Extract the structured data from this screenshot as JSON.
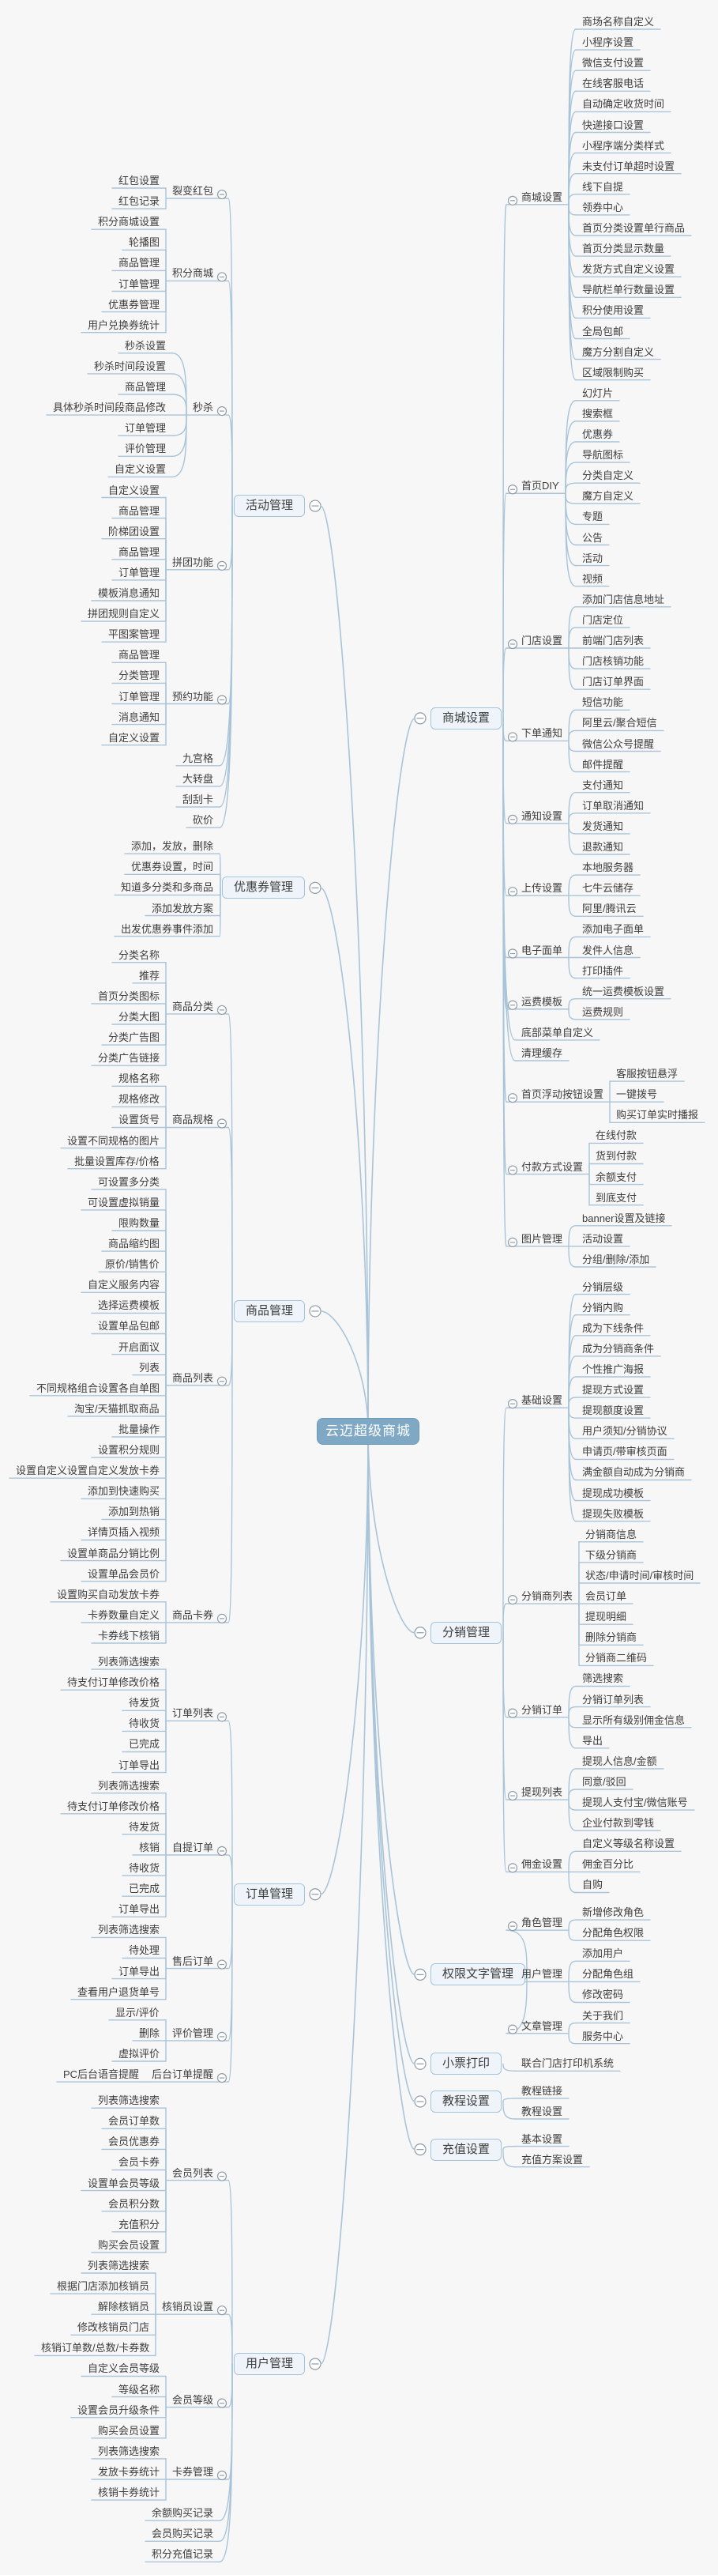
{
  "root": {
    "label": "云迈超级商城"
  },
  "style": {
    "background": "#f7f7f7",
    "line_color": "#a9c4d9",
    "branch_fill": "#eef4fa",
    "branch_border": "#a6c3dc",
    "root_fill": "#7fa8c5",
    "root_border": "#6d99ba",
    "root_text_color": "#ffffff",
    "text_color": "#3d3d3d",
    "expander_border": "#8f9ba6",
    "expander_symbol": "−"
  },
  "left_branches": [
    {
      "label": "活动管理",
      "children": [
        {
          "label": "裂变红包",
          "children": [
            {
              "label": "红包设置"
            },
            {
              "label": "红包记录"
            }
          ]
        },
        {
          "label": "积分商城",
          "children": [
            {
              "label": "积分商城设置"
            },
            {
              "label": "轮播图"
            },
            {
              "label": "商品管理"
            },
            {
              "label": "订单管理"
            },
            {
              "label": "优惠券管理"
            },
            {
              "label": "用户兑换券统计"
            }
          ]
        },
        {
          "label": "秒杀",
          "children": [
            {
              "label": "秒杀设置"
            },
            {
              "label": "秒杀时间段设置"
            },
            {
              "label": "商品管理"
            },
            {
              "label": "具体秒杀时间段商品修改"
            },
            {
              "label": "订单管理"
            },
            {
              "label": "评价管理"
            },
            {
              "label": "自定义设置"
            }
          ]
        },
        {
          "label": "拼团功能",
          "children": [
            {
              "label": "自定义设置"
            },
            {
              "label": "商品管理"
            },
            {
              "label": "阶梯团设置"
            },
            {
              "label": "商品管理"
            },
            {
              "label": "订单管理"
            },
            {
              "label": "模板消息通知"
            },
            {
              "label": "拼团规则自定义"
            },
            {
              "label": "平图案管理"
            }
          ]
        },
        {
          "label": "预约功能",
          "children": [
            {
              "label": "商品管理"
            },
            {
              "label": "分类管理"
            },
            {
              "label": "订单管理"
            },
            {
              "label": "消息通知"
            },
            {
              "label": "自定义设置"
            }
          ]
        },
        {
          "label": "九宫格"
        },
        {
          "label": "大转盘"
        },
        {
          "label": "刮刮卡"
        },
        {
          "label": "砍价"
        }
      ]
    },
    {
      "label": "优惠券管理",
      "children": [
        {
          "label": "添加，发放，删除"
        },
        {
          "label": "优惠券设置，时间"
        },
        {
          "label": "知道多分类和多商品"
        },
        {
          "label": "添加发放方案"
        },
        {
          "label": "出发优惠券事件添加"
        }
      ]
    },
    {
      "label": "商品管理",
      "children": [
        {
          "label": "商品分类",
          "children": [
            {
              "label": "分类名称"
            },
            {
              "label": "推荐"
            },
            {
              "label": "首页分类图标"
            },
            {
              "label": "分类大图"
            },
            {
              "label": "分类广告图"
            },
            {
              "label": "分类广告链接"
            }
          ]
        },
        {
          "label": "商品规格",
          "children": [
            {
              "label": "规格名称"
            },
            {
              "label": "规格修改"
            },
            {
              "label": "设置货号"
            },
            {
              "label": "设置不同规格的图片"
            },
            {
              "label": "批量设置库存/价格"
            }
          ]
        },
        {
          "label": "商品列表",
          "children": [
            {
              "label": "可设置多分类"
            },
            {
              "label": "可设置虚拟销量"
            },
            {
              "label": "限购数量"
            },
            {
              "label": "商品缩约图"
            },
            {
              "label": "原价/销售价"
            },
            {
              "label": "自定义服务内容"
            },
            {
              "label": "选择运费模板"
            },
            {
              "label": "设置单品包邮"
            },
            {
              "label": "开启面议"
            },
            {
              "label": "列表"
            },
            {
              "label": "不同规格组合设置各自单图"
            },
            {
              "label": "淘宝/天猫抓取商品"
            },
            {
              "label": "批量操作"
            },
            {
              "label": "设置积分规则"
            },
            {
              "label": "设置自定义设置自定义发放卡券"
            },
            {
              "label": "添加到快速购买"
            },
            {
              "label": "添加到热销"
            },
            {
              "label": "详情页插入视频"
            },
            {
              "label": "设置单商品分销比例"
            },
            {
              "label": "设置单品会员价"
            }
          ]
        },
        {
          "label": "商品卡券",
          "children": [
            {
              "label": "设置购买自动发放卡券"
            },
            {
              "label": "卡券数量自定义"
            },
            {
              "label": "卡券线下核销"
            }
          ]
        }
      ]
    },
    {
      "label": "订单管理",
      "children": [
        {
          "label": "订单列表",
          "children": [
            {
              "label": "列表筛选搜索"
            },
            {
              "label": "待支付订单修改价格"
            },
            {
              "label": "待发货"
            },
            {
              "label": "待收货"
            },
            {
              "label": "已完成"
            },
            {
              "label": "订单导出"
            }
          ]
        },
        {
          "label": "自提订单",
          "children": [
            {
              "label": "列表筛选搜索"
            },
            {
              "label": "待支付订单修改价格"
            },
            {
              "label": "待发货"
            },
            {
              "label": "核销"
            },
            {
              "label": "待收货"
            },
            {
              "label": "已完成"
            },
            {
              "label": "订单导出"
            }
          ]
        },
        {
          "label": "售后订单",
          "children": [
            {
              "label": "列表筛选搜索"
            },
            {
              "label": "待处理"
            },
            {
              "label": "订单导出"
            },
            {
              "label": "查看用户退货单号"
            }
          ]
        },
        {
          "label": "评价管理",
          "children": [
            {
              "label": "显示/评价"
            },
            {
              "label": "删除"
            },
            {
              "label": "虚拟评价"
            }
          ]
        },
        {
          "label": "后台订单提醒",
          "children": [
            {
              "label": "PC后台语音提醒"
            }
          ]
        }
      ]
    },
    {
      "label": "用户管理",
      "children": [
        {
          "label": "会员列表",
          "children": [
            {
              "label": "列表筛选搜索"
            },
            {
              "label": "会员订单数"
            },
            {
              "label": "会员优惠券"
            },
            {
              "label": "会员卡券"
            },
            {
              "label": "设置单会员等级"
            },
            {
              "label": "会员积分数"
            },
            {
              "label": "充值积分"
            },
            {
              "label": "购买会员设置"
            }
          ]
        },
        {
          "label": "核销员设置",
          "children": [
            {
              "label": "列表筛选搜索"
            },
            {
              "label": "根据门店添加核销员"
            },
            {
              "label": "解除核销员"
            },
            {
              "label": "修改核销员门店"
            },
            {
              "label": "核销订单数/总数/卡券数"
            }
          ]
        },
        {
          "label": "会员等级",
          "children": [
            {
              "label": "自定义会员等级"
            },
            {
              "label": "等级名称"
            },
            {
              "label": "设置会员升级条件"
            },
            {
              "label": "购买会员设置"
            }
          ]
        },
        {
          "label": "卡券管理",
          "children": [
            {
              "label": "列表筛选搜索"
            },
            {
              "label": "发放卡券统计"
            },
            {
              "label": "核销卡券统计"
            }
          ]
        },
        {
          "label": "余额购买记录"
        },
        {
          "label": "会员购买记录"
        },
        {
          "label": "积分充值记录"
        }
      ]
    }
  ],
  "right_branches": [
    {
      "label": "商城设置",
      "children": [
        {
          "label": "商城设置",
          "children": [
            {
              "label": "商场名称自定义"
            },
            {
              "label": "小程序设置"
            },
            {
              "label": "微信支付设置"
            },
            {
              "label": "在线客服电话"
            },
            {
              "label": "自动确定收货时间"
            },
            {
              "label": "快递接口设置"
            },
            {
              "label": "小程序端分类样式"
            },
            {
              "label": "未支付订单超时设置"
            },
            {
              "label": "线下自提"
            },
            {
              "label": "领券中心"
            },
            {
              "label": "首页分类设置单行商品"
            },
            {
              "label": "首页分类显示数量"
            },
            {
              "label": "发货方式自定义设置"
            },
            {
              "label": "导航栏单行数量设置"
            },
            {
              "label": "积分使用设置"
            },
            {
              "label": "全局包邮"
            },
            {
              "label": "魔方分割自定义"
            },
            {
              "label": "区域限制购买"
            }
          ]
        },
        {
          "label": "首页DIY",
          "children": [
            {
              "label": "幻灯片"
            },
            {
              "label": "搜索框"
            },
            {
              "label": "优惠券"
            },
            {
              "label": "导航图标"
            },
            {
              "label": "分类自定义"
            },
            {
              "label": "魔方自定义"
            },
            {
              "label": "专题"
            },
            {
              "label": "公告"
            },
            {
              "label": "活动"
            },
            {
              "label": "视频"
            }
          ]
        },
        {
          "label": "门店设置",
          "children": [
            {
              "label": "添加门店信息地址"
            },
            {
              "label": "门店定位"
            },
            {
              "label": "前端门店列表"
            },
            {
              "label": "门店核销功能"
            },
            {
              "label": "门店订单界面"
            }
          ]
        },
        {
          "label": "下单通知",
          "children": [
            {
              "label": "短信功能"
            },
            {
              "label": "阿里云/聚合短信"
            },
            {
              "label": "微信公众号提醒"
            },
            {
              "label": "邮件提醒"
            }
          ]
        },
        {
          "label": "通知设置",
          "children": [
            {
              "label": "支付通知"
            },
            {
              "label": "订单取消通知"
            },
            {
              "label": "发货通知"
            },
            {
              "label": "退款通知"
            }
          ]
        },
        {
          "label": "上传设置",
          "children": [
            {
              "label": "本地服务器"
            },
            {
              "label": "七牛云储存"
            },
            {
              "label": "阿里/腾讯云"
            }
          ]
        },
        {
          "label": "电子面单",
          "children": [
            {
              "label": "添加电子面单"
            },
            {
              "label": "发件人信息"
            },
            {
              "label": "打印插件"
            }
          ]
        },
        {
          "label": "运费模板",
          "children": [
            {
              "label": "统一运费模板设置"
            },
            {
              "label": "运费规则"
            }
          ]
        },
        {
          "label": "底部菜单自定义"
        },
        {
          "label": "清理缓存"
        },
        {
          "label": "首页浮动按钮设置",
          "children": [
            {
              "label": "客服按钮悬浮"
            },
            {
              "label": "一键拨号"
            },
            {
              "label": "购买订单实时播报"
            }
          ]
        },
        {
          "label": "付款方式设置",
          "children": [
            {
              "label": "在线付款"
            },
            {
              "label": "货到付款"
            },
            {
              "label": "余额支付"
            },
            {
              "label": "到底支付"
            }
          ]
        },
        {
          "label": "图片管理",
          "children": [
            {
              "label": "banner设置及链接"
            },
            {
              "label": "活动设置"
            },
            {
              "label": "分组/删除/添加"
            }
          ]
        }
      ]
    },
    {
      "label": "分销管理",
      "children": [
        {
          "label": "基础设置",
          "children": [
            {
              "label": "分销层级"
            },
            {
              "label": "分销内购"
            },
            {
              "label": "成为下线条件"
            },
            {
              "label": "成为分销商条件"
            },
            {
              "label": "个性推广海报"
            },
            {
              "label": "提现方式设置"
            },
            {
              "label": "提现额度设置"
            },
            {
              "label": "用户须知/分销协议"
            },
            {
              "label": "申请页/带审核页面"
            },
            {
              "label": "满金额自动成为分销商"
            },
            {
              "label": "提现成功模板"
            },
            {
              "label": "提现失败模板"
            }
          ]
        },
        {
          "label": "分销商列表",
          "children": [
            {
              "label": "分销商信息"
            },
            {
              "label": "下级分销商"
            },
            {
              "label": "状态/申请时间/审核时间"
            },
            {
              "label": "会员订单"
            },
            {
              "label": "提现明细"
            },
            {
              "label": "删除分销商"
            },
            {
              "label": "分销商二维码"
            }
          ]
        },
        {
          "label": "分销订单",
          "children": [
            {
              "label": "筛选搜索"
            },
            {
              "label": "分销订单列表"
            },
            {
              "label": "显示所有级别佣金信息"
            },
            {
              "label": "导出"
            }
          ]
        },
        {
          "label": "提现列表",
          "children": [
            {
              "label": "提现人信息/金额"
            },
            {
              "label": "同意/驳回"
            },
            {
              "label": "提现人支付宝/微信账号"
            },
            {
              "label": "企业付款到零钱"
            }
          ]
        },
        {
          "label": "佣金设置",
          "children": [
            {
              "label": "自定义等级名称设置"
            },
            {
              "label": "佣金百分比"
            },
            {
              "label": "自购"
            }
          ]
        }
      ]
    },
    {
      "label": "权限文字管理",
      "children": [
        {
          "label": "角色管理",
          "children": [
            {
              "label": "新增修改角色"
            },
            {
              "label": "分配角色权限"
            }
          ]
        },
        {
          "label": "用户管理",
          "children": [
            {
              "label": "添加用户"
            },
            {
              "label": "分配角色组"
            },
            {
              "label": "修改密码"
            }
          ]
        },
        {
          "label": "文章管理",
          "children": [
            {
              "label": "关于我们"
            },
            {
              "label": "服务中心"
            }
          ]
        }
      ]
    },
    {
      "label": "小票打印",
      "children": [
        {
          "label": "联合门店打印机系统"
        }
      ]
    },
    {
      "label": "教程设置",
      "children": [
        {
          "label": "教程链接"
        },
        {
          "label": "教程设置"
        }
      ]
    },
    {
      "label": "充值设置",
      "children": [
        {
          "label": "基本设置"
        },
        {
          "label": "充值方案设置"
        }
      ]
    }
  ]
}
